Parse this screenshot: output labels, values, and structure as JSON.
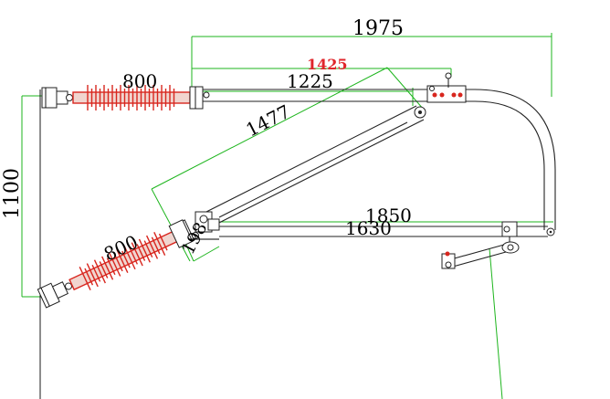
{
  "dimensions": {
    "overall_width": "1975",
    "red_span": "1425",
    "upper_arm": "1225",
    "insulator_upper": "800",
    "brace": "1477",
    "insulator_lower": "800",
    "offset": "198",
    "lower_arm_a": "1850",
    "lower_arm_b": "1630",
    "vertical_spacing": "1100"
  },
  "colors": {
    "insulator": "#d8261e",
    "insulator_fill": "#f1d5cf",
    "dimension_line": "#1db51d",
    "highlight_text": "#e0262b",
    "structure": "#222222"
  }
}
